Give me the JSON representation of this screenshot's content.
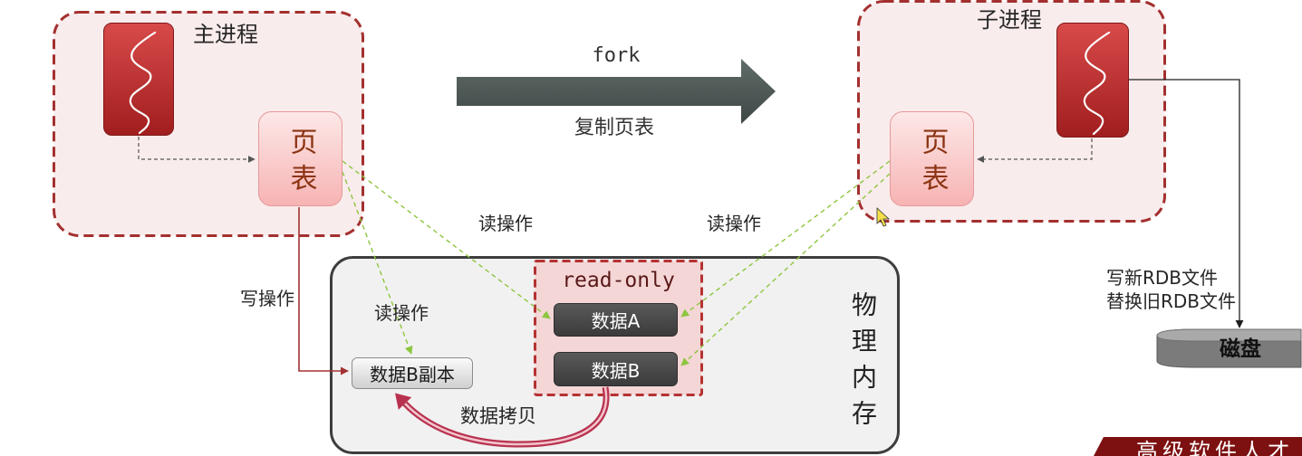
{
  "main_process": {
    "title": "主进程",
    "page_table": "页表",
    "icon": "process-icon"
  },
  "fork": {
    "label": "fork",
    "caption": "复制页表"
  },
  "child_process": {
    "title": "子进程",
    "page_table": "页表",
    "icon": "process-icon"
  },
  "physical_memory": {
    "title": "物理内存",
    "read_only_label": "read-only",
    "data_a": "数据A",
    "data_b": "数据B",
    "data_b_copy": "数据B副本"
  },
  "operations": {
    "main_read_shared": "读操作",
    "child_read_shared": "读操作",
    "main_read_copy": "读操作",
    "main_write": "写操作",
    "data_copy": "数据拷贝"
  },
  "disk": {
    "label": "磁盘",
    "note": [
      "写新RDB文件",
      "替换旧RDB文件"
    ]
  },
  "banner": {
    "text": "高级软件人才"
  },
  "colors": {
    "process_border": "#a3302f",
    "process_fill": "#f9ecec",
    "process_icon": "#c22f2f",
    "page_table_text": "#8b3413",
    "fork_arrow": "#4d5856",
    "memory_border": "#3d3d3d",
    "read_only_border": "#b53232",
    "data_box": "#474747",
    "read_arrow": "#8dc63f",
    "write_arrow": "#a33232",
    "copy_arrow": "#b8324f",
    "banner": "#7d1111"
  }
}
